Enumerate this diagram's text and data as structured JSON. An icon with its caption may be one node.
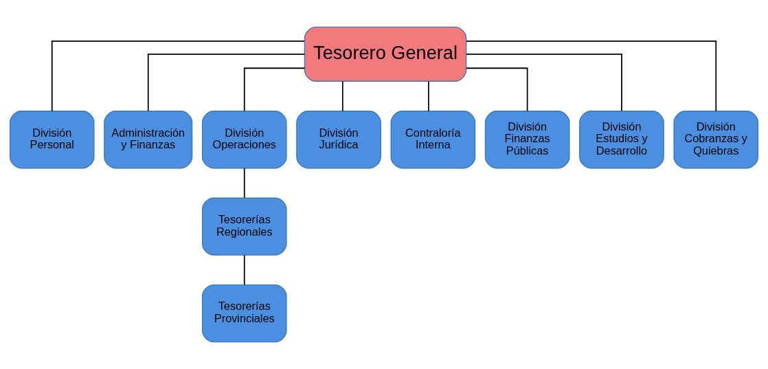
{
  "diagram": {
    "nodes": [
      {
        "text": [
          "Tesorero General"
        ]
      },
      {
        "text": [
          "División Personal"
        ]
      },
      {
        "text": [
          "Administración y Finanzas"
        ]
      },
      {
        "text": [
          "División Operaciones"
        ]
      },
      {
        "text": [
          "División Jurídica"
        ]
      },
      {
        "text": [
          "Contraloría Interna"
        ]
      },
      {
        "text": [
          "División Finanzas Públicas"
        ]
      },
      {
        "text": [
          "División Estudios y Desarrollo"
        ]
      },
      {
        "text": [
          "División Cobranzas y Quiebras"
        ]
      },
      {
        "text": [
          "Tesorerías Regionales"
        ]
      },
      {
        "text": [
          "Tesorerías Provinciales"
        ]
      }
    ],
    "edges": [
      {
        "from": 0,
        "to": 1,
        "arrow": "none"
      },
      {
        "from": 0,
        "to": 2,
        "arrow": "none"
      },
      {
        "from": 0,
        "to": 3,
        "arrow": "none"
      },
      {
        "from": 0,
        "to": 4,
        "arrow": "none"
      },
      {
        "from": 0,
        "to": 5,
        "arrow": "none"
      },
      {
        "from": 0,
        "to": 6,
        "arrow": "none"
      },
      {
        "from": 0,
        "to": 7,
        "arrow": "none"
      },
      {
        "from": 0,
        "to": 8,
        "arrow": "none"
      },
      {
        "from": 3,
        "to": 9,
        "arrow": "none"
      },
      {
        "from": 9,
        "to": 10,
        "arrow": "none"
      }
    ]
  }
}
